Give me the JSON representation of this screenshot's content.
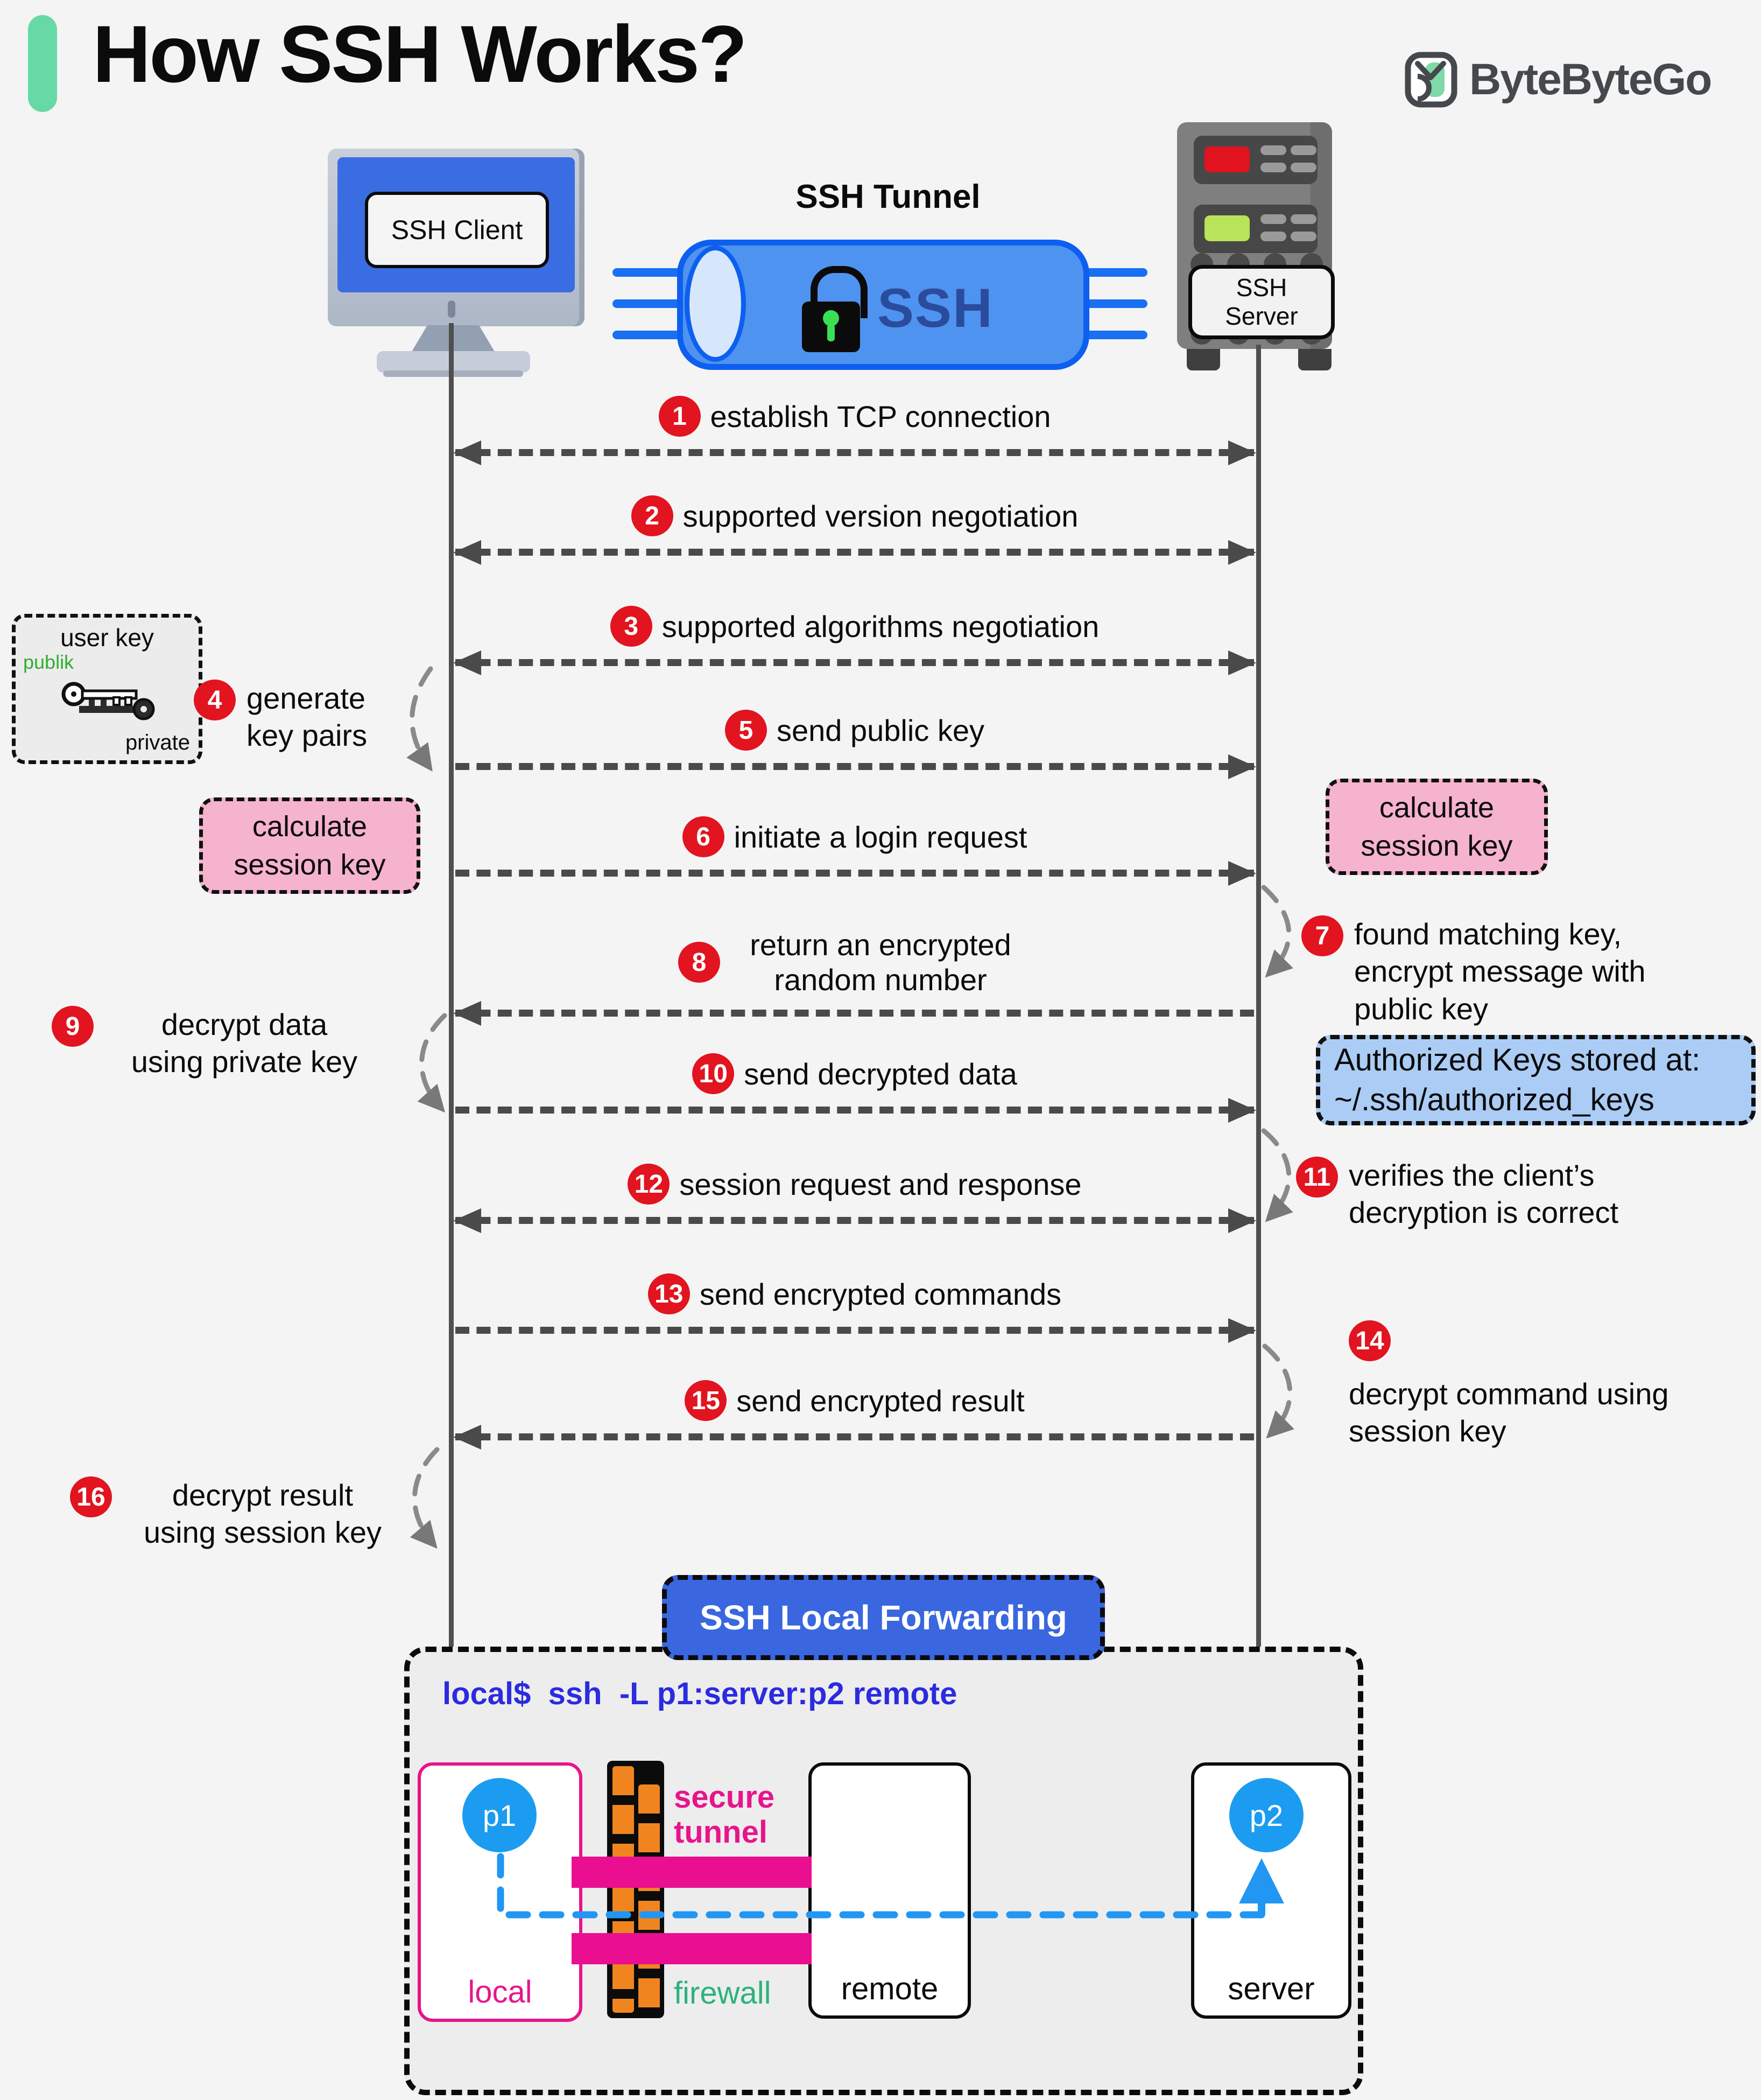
{
  "header": {
    "title": "How SSH Works?",
    "brand": "ByteByteGo"
  },
  "topology": {
    "client_label": "SSH Client",
    "server_label": "SSH Server",
    "tunnel_title": "SSH Tunnel",
    "tunnel_text": "SSH"
  },
  "user_key_box": {
    "title": "user key",
    "public_label": "publik",
    "private_label": "private"
  },
  "session_key_left": "calculate session key",
  "session_key_right": "calculate session key",
  "authorized_keys": {
    "line1": "Authorized Keys stored at:",
    "line2": "~/.ssh/authorized_keys"
  },
  "messages": [
    {
      "num": "1",
      "text": "establish TCP connection",
      "dir": "both"
    },
    {
      "num": "2",
      "text": "supported version negotiation",
      "dir": "both"
    },
    {
      "num": "3",
      "text": "supported algorithms negotiation",
      "dir": "both"
    },
    {
      "num": "5",
      "text": "send public key",
      "dir": "right"
    },
    {
      "num": "6",
      "text": "initiate a login request",
      "dir": "right"
    },
    {
      "num": "8",
      "text": "return an encrypted random number",
      "dir": "left"
    },
    {
      "num": "10",
      "text": "send decrypted data",
      "dir": "right"
    },
    {
      "num": "12",
      "text": "session request and response",
      "dir": "both"
    },
    {
      "num": "13",
      "text": "send encrypted commands",
      "dir": "right"
    },
    {
      "num": "15",
      "text": "send encrypted result",
      "dir": "left"
    }
  ],
  "notes": {
    "generate": {
      "num": "4",
      "text": "generate key pairs"
    },
    "found": {
      "num": "7",
      "text": "found matching key, encrypt message with public key"
    },
    "decrypt_data": {
      "num": "9",
      "line1": "decrypt data",
      "line2": "using private key"
    },
    "verifies": {
      "num": "11",
      "text": "verifies the client’s decryption is correct"
    },
    "decrypt_cmd": {
      "num": "14",
      "text": "decrypt command using session key"
    },
    "decrypt_result": {
      "num": "16",
      "line1": "decrypt result",
      "line2": "using session key"
    }
  },
  "forwarding": {
    "header": "SSH Local Forwarding",
    "command": "local$  ssh  -L p1:server:p2 remote",
    "p1": "p1",
    "p2": "p2",
    "secure_tunnel": "secure tunnel",
    "local_label": "local",
    "firewall_label": "firewall",
    "remote_label": "remote",
    "server_label": "server"
  },
  "colors": {
    "accent_teal": "#66D9A7",
    "step_red": "#E1141F",
    "pink_note": "#F6B3CD",
    "blue_note": "#ABCCF5",
    "forwarding_blue": "#3A66DF",
    "tunnel_fill": "#4F93F0",
    "tunnel_border": "#0D5FF0",
    "screen_blue": "#3B6DE2",
    "route_blue": "#2196F3",
    "port_blue": "#1B9CF0",
    "command_blue": "#2B2BE0",
    "magenta": "#EA0E90",
    "firewall_orange": "#F08520",
    "firewall_green": "#2DB378",
    "publik_green": "#2FAE2F",
    "arrow_gray": "#4A4A4A"
  }
}
